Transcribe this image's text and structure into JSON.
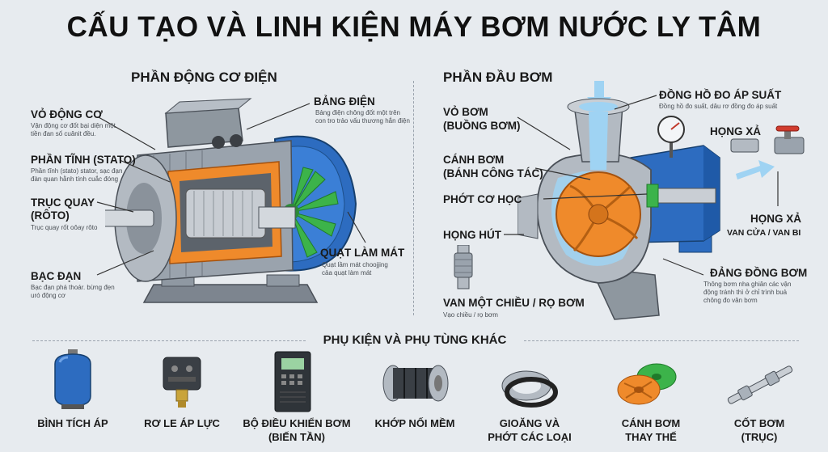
{
  "title": "CẤU TẠO VÀ LINH KIỆN MÁY BƠM NƯỚC LY TÂM",
  "motor": {
    "heading": "PHẦN ĐỘNG CƠ ĐIỆN",
    "casing": {
      "label": "VỎ ĐỘNG CƠ",
      "desc1": "Vận động cơ đốt bại diện một",
      "desc2": "tiền đan số cuânit đều."
    },
    "stator": {
      "label": "PHẦN TĨNH (STATO)",
      "desc1": "Phần tĩnh (stato) stator, sạc đạn",
      "desc2": "đàn quan hằnh tính cuắc đóng"
    },
    "rotor": {
      "label1": "TRỤC QUAY",
      "label2": "(RÔTO)",
      "desc1": "Trục quay rốt oôay rôto"
    },
    "bearing": {
      "label": "BẠC ĐẠN",
      "desc1": "Bạc đạn phá thoár. bừng đẹn",
      "desc2": "uró động cơ"
    },
    "terminal": {
      "label": "BẢNG ĐIỆN",
      "desc1": "Bảng điện chông đốt một trên",
      "desc2": "con tro trảo vấu thương hắn điện"
    },
    "fan": {
      "label": "QUẠT LÀM MÁT",
      "desc1": "Quạt lầm mát choojjing",
      "desc2": "cảa quạt làm mát"
    }
  },
  "pump": {
    "heading": "PHẦN ĐẦU BƠM",
    "housing": {
      "label1": "VỎ BƠM",
      "label2": "(BUỒNG BƠM)"
    },
    "impeller": {
      "label1": "CÁNH BƠM",
      "label2": "(BÁNH CÔNG TÁC)"
    },
    "seal": {
      "label": "PHỚT CƠ HỌC"
    },
    "suction": {
      "label": "HỌNG HÚT"
    },
    "check_valve": {
      "label": "VAN MỘT CHIỀU / RỌ BƠM",
      "desc1": "Vạo chiều / rọ bơm"
    },
    "gauge": {
      "label": "ĐỒNG HỒ ĐO ÁP SUẤT",
      "desc1": "Đồng hồ đo suất, dâu rơ đồng đo áp suất"
    },
    "discharge_top": {
      "label": "HỌNG XẢ"
    },
    "discharge": {
      "label": "HỌNG XẢ",
      "sub": "VAN CỬA / VAN BI"
    },
    "base": {
      "label": "ĐẢNG ĐỒNG BƠM",
      "desc1": "Thông bơm nha ghiân các vận",
      "desc2": "động tránh thì ở chỉ trình buả",
      "desc3": "chông đo vân bơm"
    }
  },
  "accessories": {
    "heading": "PHỤ KIỆN VÀ PHỤ TÙNG KHÁC",
    "items": [
      {
        "l1": "BÌNH TÍCH ÁP",
        "l2": ""
      },
      {
        "l1": "RƠ LE ÁP LỰC",
        "l2": ""
      },
      {
        "l1": "BỘ ĐIỀU KHIỂN BƠM",
        "l2": "(BIẾN TẦN)"
      },
      {
        "l1": "KHỚP NỐI MỀM",
        "l2": ""
      },
      {
        "l1": "GIOĂNG VÀ",
        "l2": "PHỚT CÁC LOẠI"
      },
      {
        "l1": "CÁNH BƠM",
        "l2": "THAY THẾ"
      },
      {
        "l1": "CỐT BƠM",
        "l2": "(TRỤC)"
      }
    ]
  },
  "colors": {
    "motor_blue": "#2d6cc0",
    "orange": "#ef8a2b",
    "fan_green": "#3cb34a",
    "metal": "#a9b1ba",
    "water": "#9fd3f3"
  }
}
